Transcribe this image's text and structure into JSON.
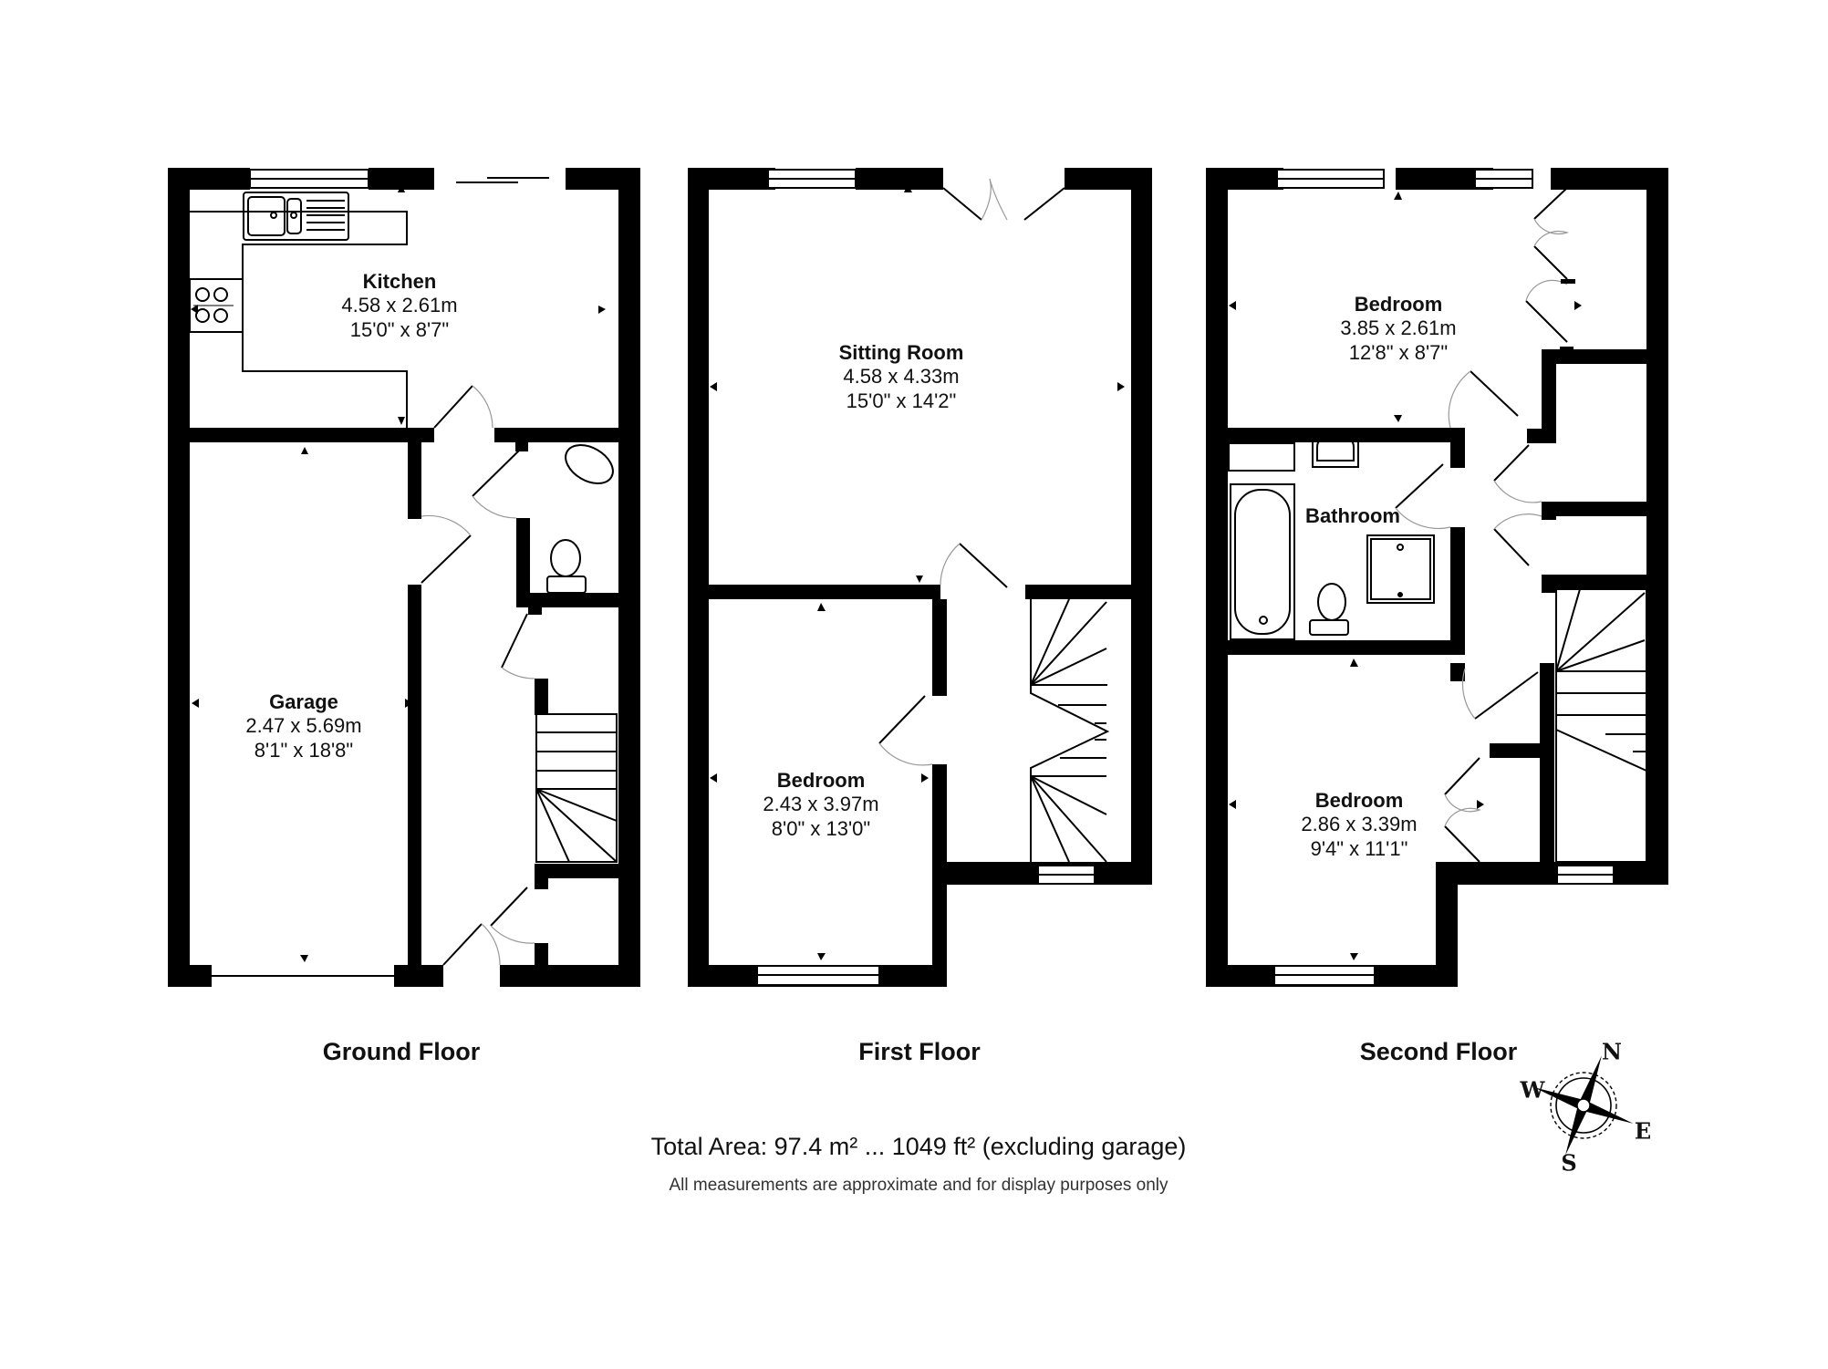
{
  "floors": [
    {
      "title": "Ground Floor",
      "rooms": [
        {
          "name": "Kitchen",
          "metric": "4.58 x 2.61m",
          "imperial": "15'0\" x 8'7\""
        },
        {
          "name": "Garage",
          "metric": "2.47 x 5.69m",
          "imperial": "8'1\" x 18'8\""
        }
      ]
    },
    {
      "title": "First Floor",
      "rooms": [
        {
          "name": "Sitting Room",
          "metric": "4.58 x 4.33m",
          "imperial": "15'0\" x 14'2\""
        },
        {
          "name": "Bedroom",
          "metric": "2.43 x 3.97m",
          "imperial": "8'0\" x 13'0\""
        }
      ]
    },
    {
      "title": "Second Floor",
      "rooms": [
        {
          "name": "Bedroom",
          "metric": "3.85 x 2.61m",
          "imperial": "12'8\" x 8'7\""
        },
        {
          "name": "Bathroom"
        },
        {
          "name": "Bedroom",
          "metric": "2.86 x 3.39m",
          "imperial": "9'4\" x 11'1\""
        }
      ]
    }
  ],
  "summary": {
    "total_area": "Total Area: 97.4 m² ... 1049 ft² (excluding garage)",
    "disclaimer": "All measurements are approximate and for display purposes only"
  },
  "compass": {
    "icon": "compass-rose-icon",
    "north": "N",
    "east": "E",
    "south": "S",
    "west": "W"
  },
  "colors": {
    "wall": "#000000",
    "background": "#ffffff",
    "door_arc": "#999999"
  }
}
